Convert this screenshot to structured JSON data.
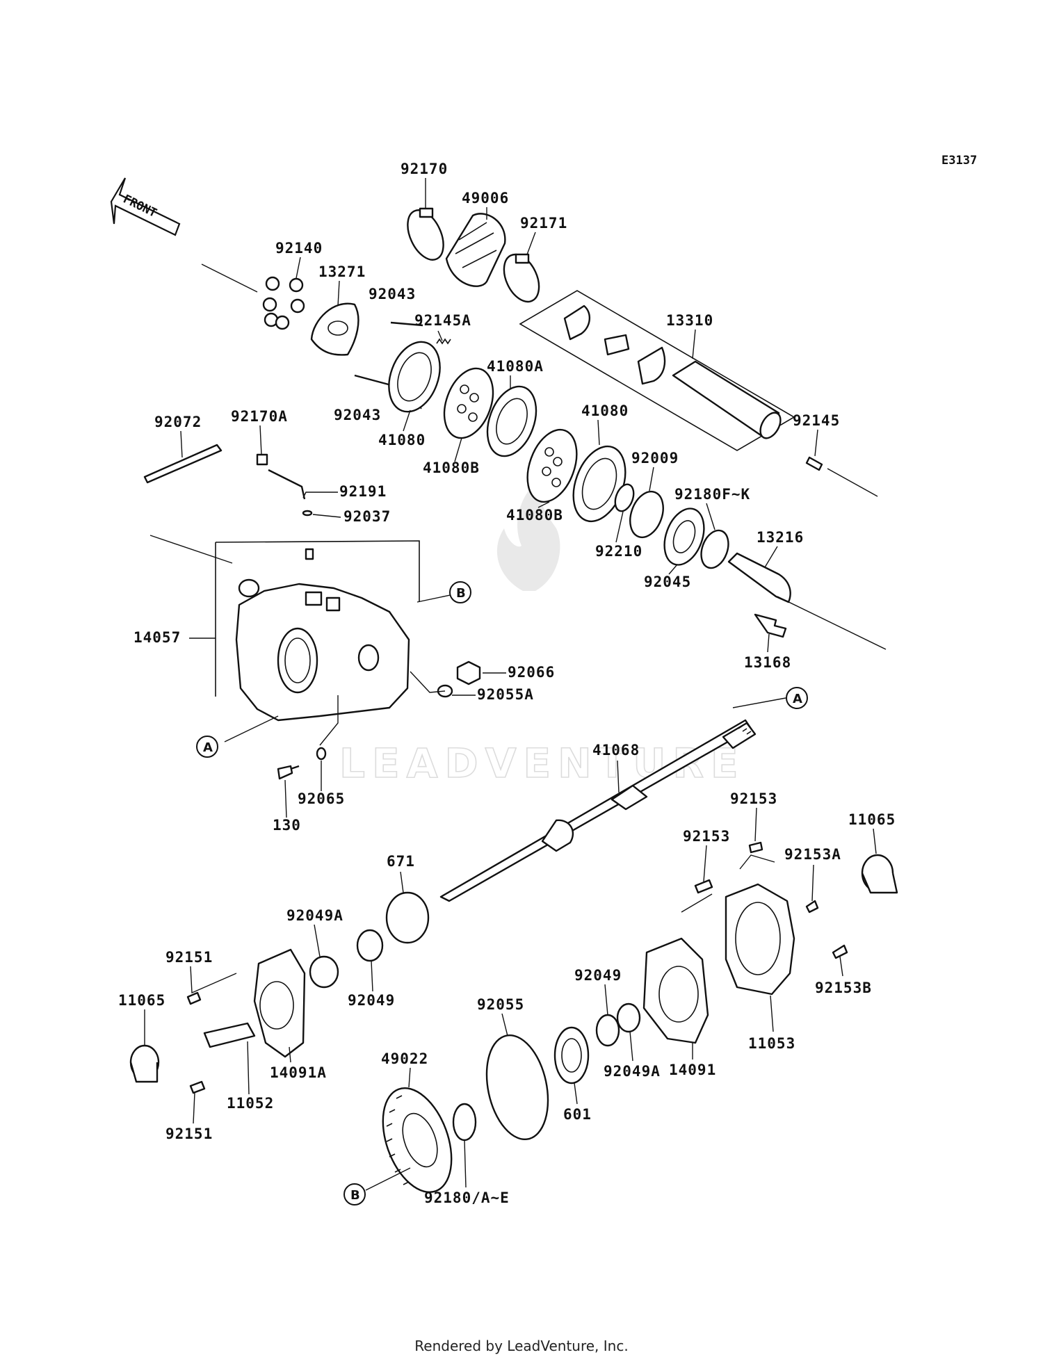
{
  "diagram": {
    "code": "E3137",
    "front_label": "FRONT",
    "watermark": "LEADVENTURE",
    "footer": "Rendered by LeadVenture, Inc.",
    "callouts": {
      "a_top": "A",
      "a_left": "A",
      "b_top": "B",
      "b_bottom": "B"
    },
    "parts": [
      {
        "id": "p92170",
        "label": "92170"
      },
      {
        "id": "p49006",
        "label": "49006"
      },
      {
        "id": "p92171",
        "label": "92171"
      },
      {
        "id": "p92140",
        "label": "92140"
      },
      {
        "id": "p13271",
        "label": "13271"
      },
      {
        "id": "p92043a",
        "label": "92043"
      },
      {
        "id": "p92145A",
        "label": "92145A"
      },
      {
        "id": "p13310",
        "label": "13310"
      },
      {
        "id": "p41080A",
        "label": "41080A"
      },
      {
        "id": "p41080top",
        "label": "41080"
      },
      {
        "id": "p92043b",
        "label": "92043"
      },
      {
        "id": "p41080left",
        "label": "41080"
      },
      {
        "id": "p41080B1",
        "label": "41080B"
      },
      {
        "id": "p41080B2",
        "label": "41080B"
      },
      {
        "id": "p92145",
        "label": "92145"
      },
      {
        "id": "p92072",
        "label": "92072"
      },
      {
        "id": "p92170A",
        "label": "92170A"
      },
      {
        "id": "p92009",
        "label": "92009"
      },
      {
        "id": "p92180FK",
        "label": "92180F~K"
      },
      {
        "id": "p92191",
        "label": "92191"
      },
      {
        "id": "p92037",
        "label": "92037"
      },
      {
        "id": "p92210",
        "label": "92210"
      },
      {
        "id": "p13216",
        "label": "13216"
      },
      {
        "id": "p92045",
        "label": "92045"
      },
      {
        "id": "p14057",
        "label": "14057"
      },
      {
        "id": "p13168",
        "label": "13168"
      },
      {
        "id": "p92066",
        "label": "92066"
      },
      {
        "id": "p92055A",
        "label": "92055A"
      },
      {
        "id": "p41068",
        "label": "41068"
      },
      {
        "id": "p92065",
        "label": "92065"
      },
      {
        "id": "p130",
        "label": "130"
      },
      {
        "id": "p92153a",
        "label": "92153"
      },
      {
        "id": "p11065r",
        "label": "11065"
      },
      {
        "id": "p92153b",
        "label": "92153"
      },
      {
        "id": "p92153A",
        "label": "92153A"
      },
      {
        "id": "p671",
        "label": "671"
      },
      {
        "id": "p92049A1",
        "label": "92049A"
      },
      {
        "id": "p92151a",
        "label": "92151"
      },
      {
        "id": "p92049a",
        "label": "92049"
      },
      {
        "id": "p92153B",
        "label": "92153B"
      },
      {
        "id": "p11065l",
        "label": "11065"
      },
      {
        "id": "p92049b",
        "label": "92049"
      },
      {
        "id": "p92055",
        "label": "92055"
      },
      {
        "id": "p11053",
        "label": "11053"
      },
      {
        "id": "p14091A",
        "label": "14091A"
      },
      {
        "id": "p92049A2",
        "label": "92049A"
      },
      {
        "id": "p14091",
        "label": "14091"
      },
      {
        "id": "p49022",
        "label": "49022"
      },
      {
        "id": "p11052",
        "label": "11052"
      },
      {
        "id": "p601",
        "label": "601"
      },
      {
        "id": "p92151b",
        "label": "92151"
      },
      {
        "id": "p92180AE",
        "label": "92180/A~E"
      }
    ]
  }
}
